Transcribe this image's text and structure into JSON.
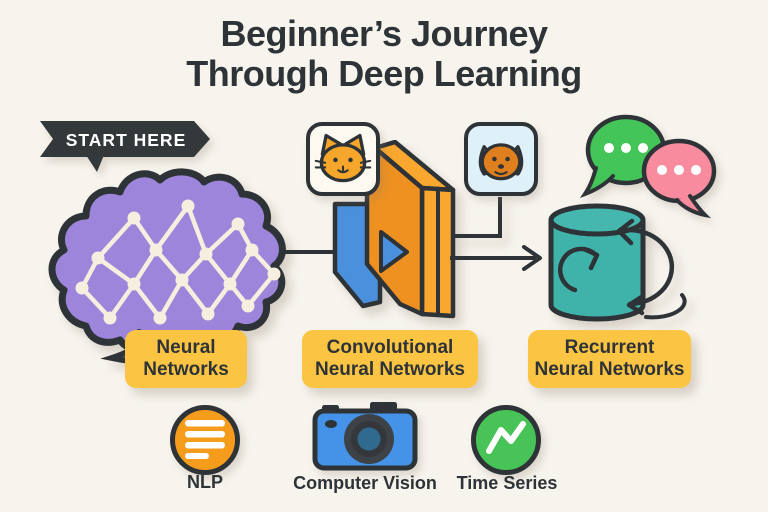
{
  "title": {
    "line1": "Beginner’s Journey",
    "line2": "Through Deep Learning"
  },
  "banner": {
    "label": "START HERE"
  },
  "flow": {
    "stages": [
      {
        "name": "Neural Networks",
        "label_line1": "Neural",
        "label_line2": "Networks",
        "illustration": "purple-brain-with-node-mesh"
      },
      {
        "name": "Convolutional Neural Networks",
        "label_line1": "Convolutional",
        "label_line2": "Neural Networks",
        "illustration": "stacked-conv-layers-with-cat-and-dog-images"
      },
      {
        "name": "Recurrent Neural Networks",
        "label_line1": "Recurrent",
        "label_line2": "Neural Networks",
        "illustration": "teal-cylinder-with-loop-arrows-and-chat-bubbles"
      }
    ]
  },
  "applications": [
    {
      "label": "NLP",
      "icon": "text-lines-icon"
    },
    {
      "label": "Computer Vision",
      "icon": "camera-icon"
    },
    {
      "label": "Time Series",
      "icon": "line-chart-icon"
    }
  ],
  "colors": {
    "background": "#f7f4ee",
    "outline_dark": "#2e3337",
    "brain_purple": "#9c85da",
    "node_cream": "#f6efdf",
    "badge_yellow": "#fbc442",
    "layer_blue": "#4a90dd",
    "layer_green": "#53bb5f",
    "layer_orange_front": "#ef9120",
    "layer_orange_side": "#f9a72e",
    "cylinder_teal": "#3fb2aa",
    "bubble_green": "#44c558",
    "bubble_pink": "#f88b9e",
    "nlp_orange": "#f59c1c",
    "camera_blue": "#4493e8",
    "chart_green": "#48c357"
  }
}
